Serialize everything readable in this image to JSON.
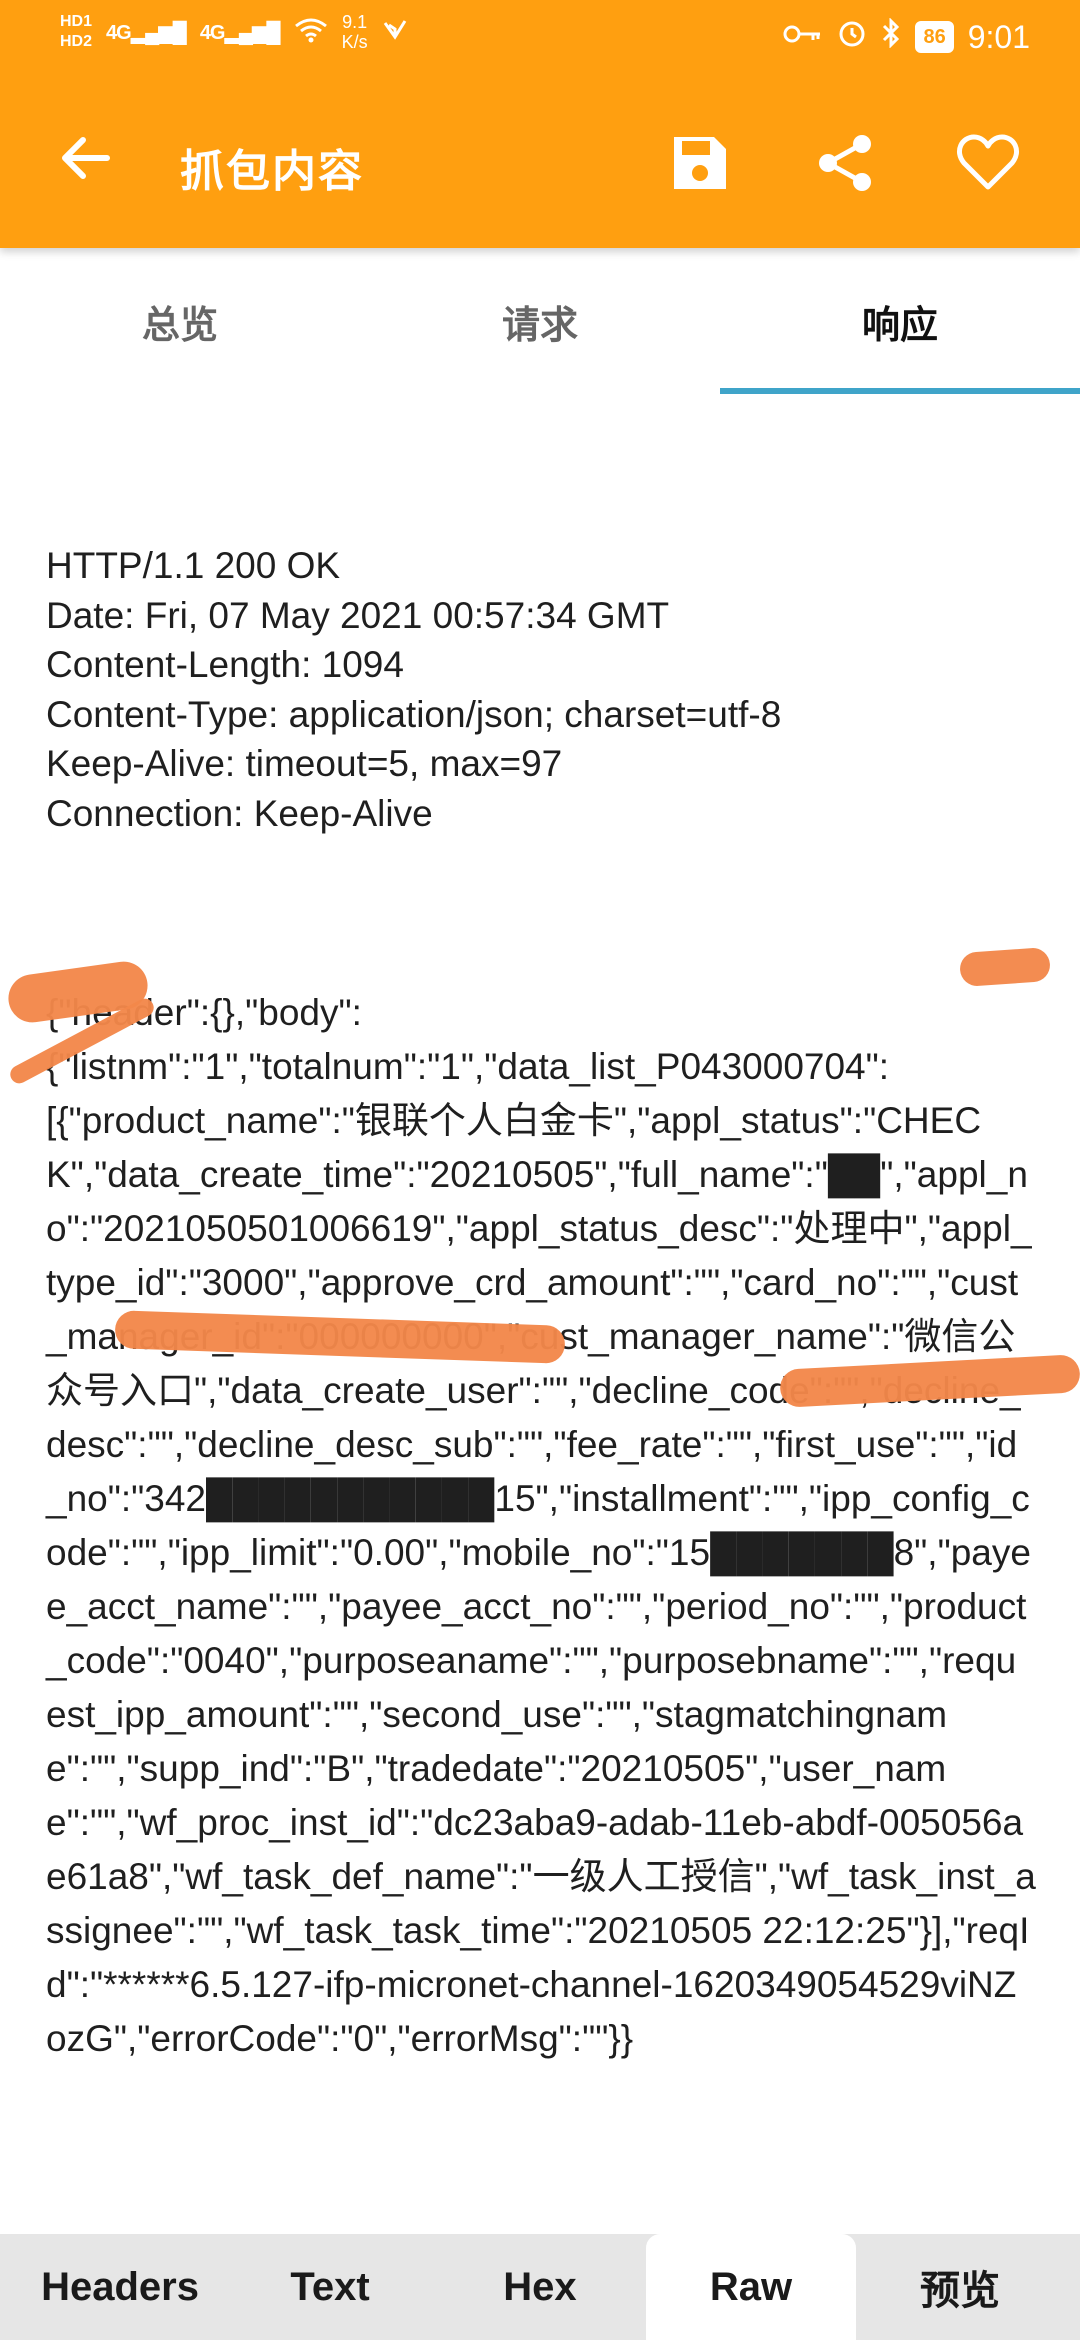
{
  "status_bar": {
    "hd_top": "HD1",
    "hd_bottom": "HD2",
    "signal_1": "4G",
    "signal_2": "4G",
    "net_speed_value": "9.1",
    "net_speed_unit": "K/s",
    "battery": "86",
    "time": "9:01"
  },
  "app_bar": {
    "title": "抓包内容"
  },
  "tabs": [
    {
      "label": "总览"
    },
    {
      "label": "请求"
    },
    {
      "label": "响应"
    }
  ],
  "response": {
    "headers": "HTTP/1.1 200 OK\nDate: Fri, 07 May 2021 00:57:34 GMT\nContent-Length: 1094\nContent-Type: application/json; charset=utf-8\nKeep-Alive: timeout=5, max=97\nConnection: Keep-Alive",
    "body": "{\"header\":{},\"body\":\n{\"listnm\":\"1\",\"totalnum\":\"1\",\"data_list_P043000704\":\n[{\"product_name\":\"银联个人白金卡\",\"appl_status\":\"CHECK\",\"data_create_time\":\"20210505\",\"full_name\":\"██\",\"appl_no\":\"2021050501006619\",\"appl_status_desc\":\"处理中\",\"appl_type_id\":\"3000\",\"approve_crd_amount\":\"\",\"card_no\":\"\",\"cust_manager_id\":\"000000000\",\"cust_manager_name\":\"微信公众号入口\",\"data_create_user\":\"\",\"decline_code\":\"\",\"decline_desc\":\"\",\"decline_desc_sub\":\"\",\"fee_rate\":\"\",\"first_use\":\"\",\"id_no\":\"342███████████15\",\"installment\":\"\",\"ipp_config_code\":\"\",\"ipp_limit\":\"0.00\",\"mobile_no\":\"15███████8\",\"payee_acct_name\":\"\",\"payee_acct_no\":\"\",\"period_no\":\"\",\"product_code\":\"0040\",\"purposeaname\":\"\",\"purposebname\":\"\",\"request_ipp_amount\":\"\",\"second_use\":\"\",\"stagmatchingname\":\"\",\"supp_ind\":\"B\",\"tradedate\":\"20210505\",\"user_name\":\"\",\"wf_proc_inst_id\":\"dc23aba9-adab-11eb-abdf-005056ae61a8\",\"wf_task_def_name\":\"一级人工授信\",\"wf_task_inst_assignee\":\"\",\"wf_task_task_time\":\"20210505 22:12:25\"}],\"reqId\":\"******6.5.127-ifp-micronet-channel-1620349054529viNZozG\",\"errorCode\":\"0\",\"errorMsg\":\"\"}}"
  },
  "bottom_tabs": [
    {
      "label": "Headers"
    },
    {
      "label": "Text"
    },
    {
      "label": "Hex"
    },
    {
      "label": "Raw"
    },
    {
      "label": "预览"
    }
  ],
  "colors": {
    "app_bar": "#ff9f10",
    "tab_indicator": "#3fa4c9",
    "redaction": "#f2874a",
    "bottom_bar": "#e6e6e6"
  },
  "icons": [
    "back-arrow-icon",
    "save-icon",
    "share-icon",
    "heart-icon",
    "wifi-icon",
    "key-icon",
    "alarm-icon",
    "bluetooth-icon"
  ]
}
